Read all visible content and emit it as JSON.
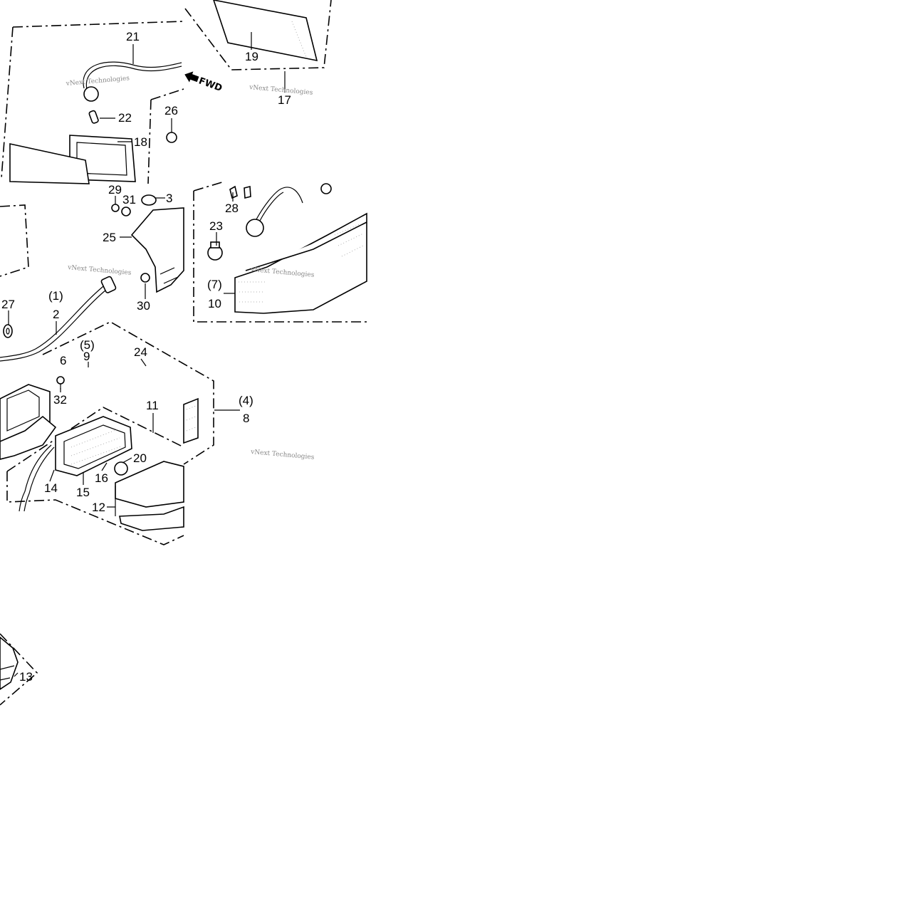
{
  "direction_marker": {
    "icon": "arrow-left-icon",
    "text": "FWD"
  },
  "watermark": {
    "text": "vNext Technologies"
  },
  "callouts": [
    "21",
    "19",
    "17",
    "26",
    "22",
    "18",
    "29",
    "31",
    "3",
    "25",
    "28",
    "23",
    "(7)",
    "10",
    "27",
    "(1)",
    "2",
    "30",
    "(5)",
    "9",
    "6",
    "24",
    "32",
    "11",
    "(4)",
    "8",
    "20",
    "16",
    "14",
    "15",
    "12",
    "13"
  ]
}
